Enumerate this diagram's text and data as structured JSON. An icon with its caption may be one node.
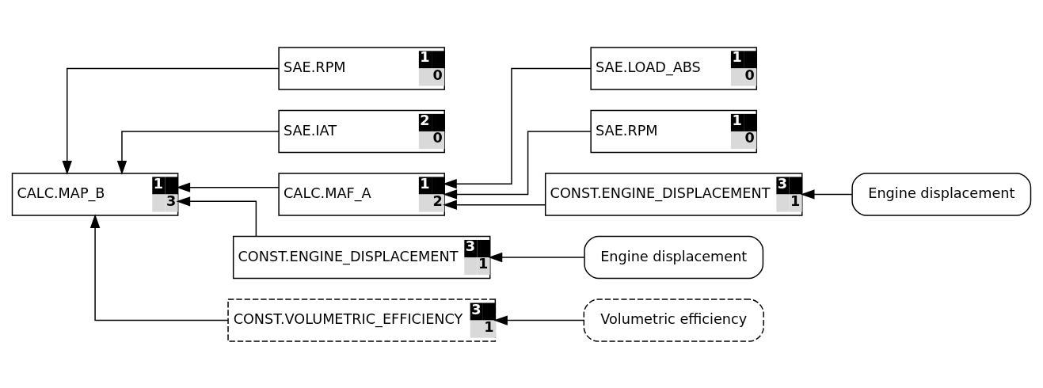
{
  "diagram": {
    "nodes": [
      {
        "text": [
          "CALC.MAP_B",
          "1",
          "3"
        ]
      },
      {
        "text": [
          "SAE.RPM",
          "1",
          "0"
        ]
      },
      {
        "text": [
          "SAE.IAT",
          "2",
          "0"
        ]
      },
      {
        "text": [
          "CALC.MAF_A",
          "1",
          "2"
        ]
      },
      {
        "text": [
          "SAE.LOAD_ABS",
          "1",
          "0"
        ]
      },
      {
        "text": [
          "SAE.RPM",
          "1",
          "0"
        ]
      },
      {
        "text": [
          "CONST.ENGINE_DISPLACEMENT",
          "3",
          "1"
        ]
      },
      {
        "text": [
          "Engine displacement"
        ]
      },
      {
        "text": [
          "CONST.ENGINE_DISPLACEMENT",
          "3",
          "1"
        ]
      },
      {
        "text": [
          "Engine displacement"
        ]
      },
      {
        "text": [
          "CONST.VOLUMETRIC_EFFICIENCY",
          "3",
          "1"
        ]
      },
      {
        "text": [
          "Volumetric efficiency"
        ]
      }
    ],
    "edges": [
      {
        "from": 1,
        "to": 0,
        "arrow": "to"
      },
      {
        "from": 2,
        "to": 0,
        "arrow": "to"
      },
      {
        "from": 3,
        "to": 0,
        "arrow": "to"
      },
      {
        "from": 8,
        "to": 0,
        "arrow": "to"
      },
      {
        "from": 10,
        "to": 0,
        "arrow": "to"
      },
      {
        "from": 4,
        "to": 3,
        "arrow": "to"
      },
      {
        "from": 5,
        "to": 3,
        "arrow": "to"
      },
      {
        "from": 6,
        "to": 3,
        "arrow": "to"
      },
      {
        "from": 7,
        "to": 6,
        "arrow": "to"
      },
      {
        "from": 9,
        "to": 8,
        "arrow": "to"
      },
      {
        "from": 11,
        "to": 10,
        "arrow": "to"
      }
    ]
  }
}
